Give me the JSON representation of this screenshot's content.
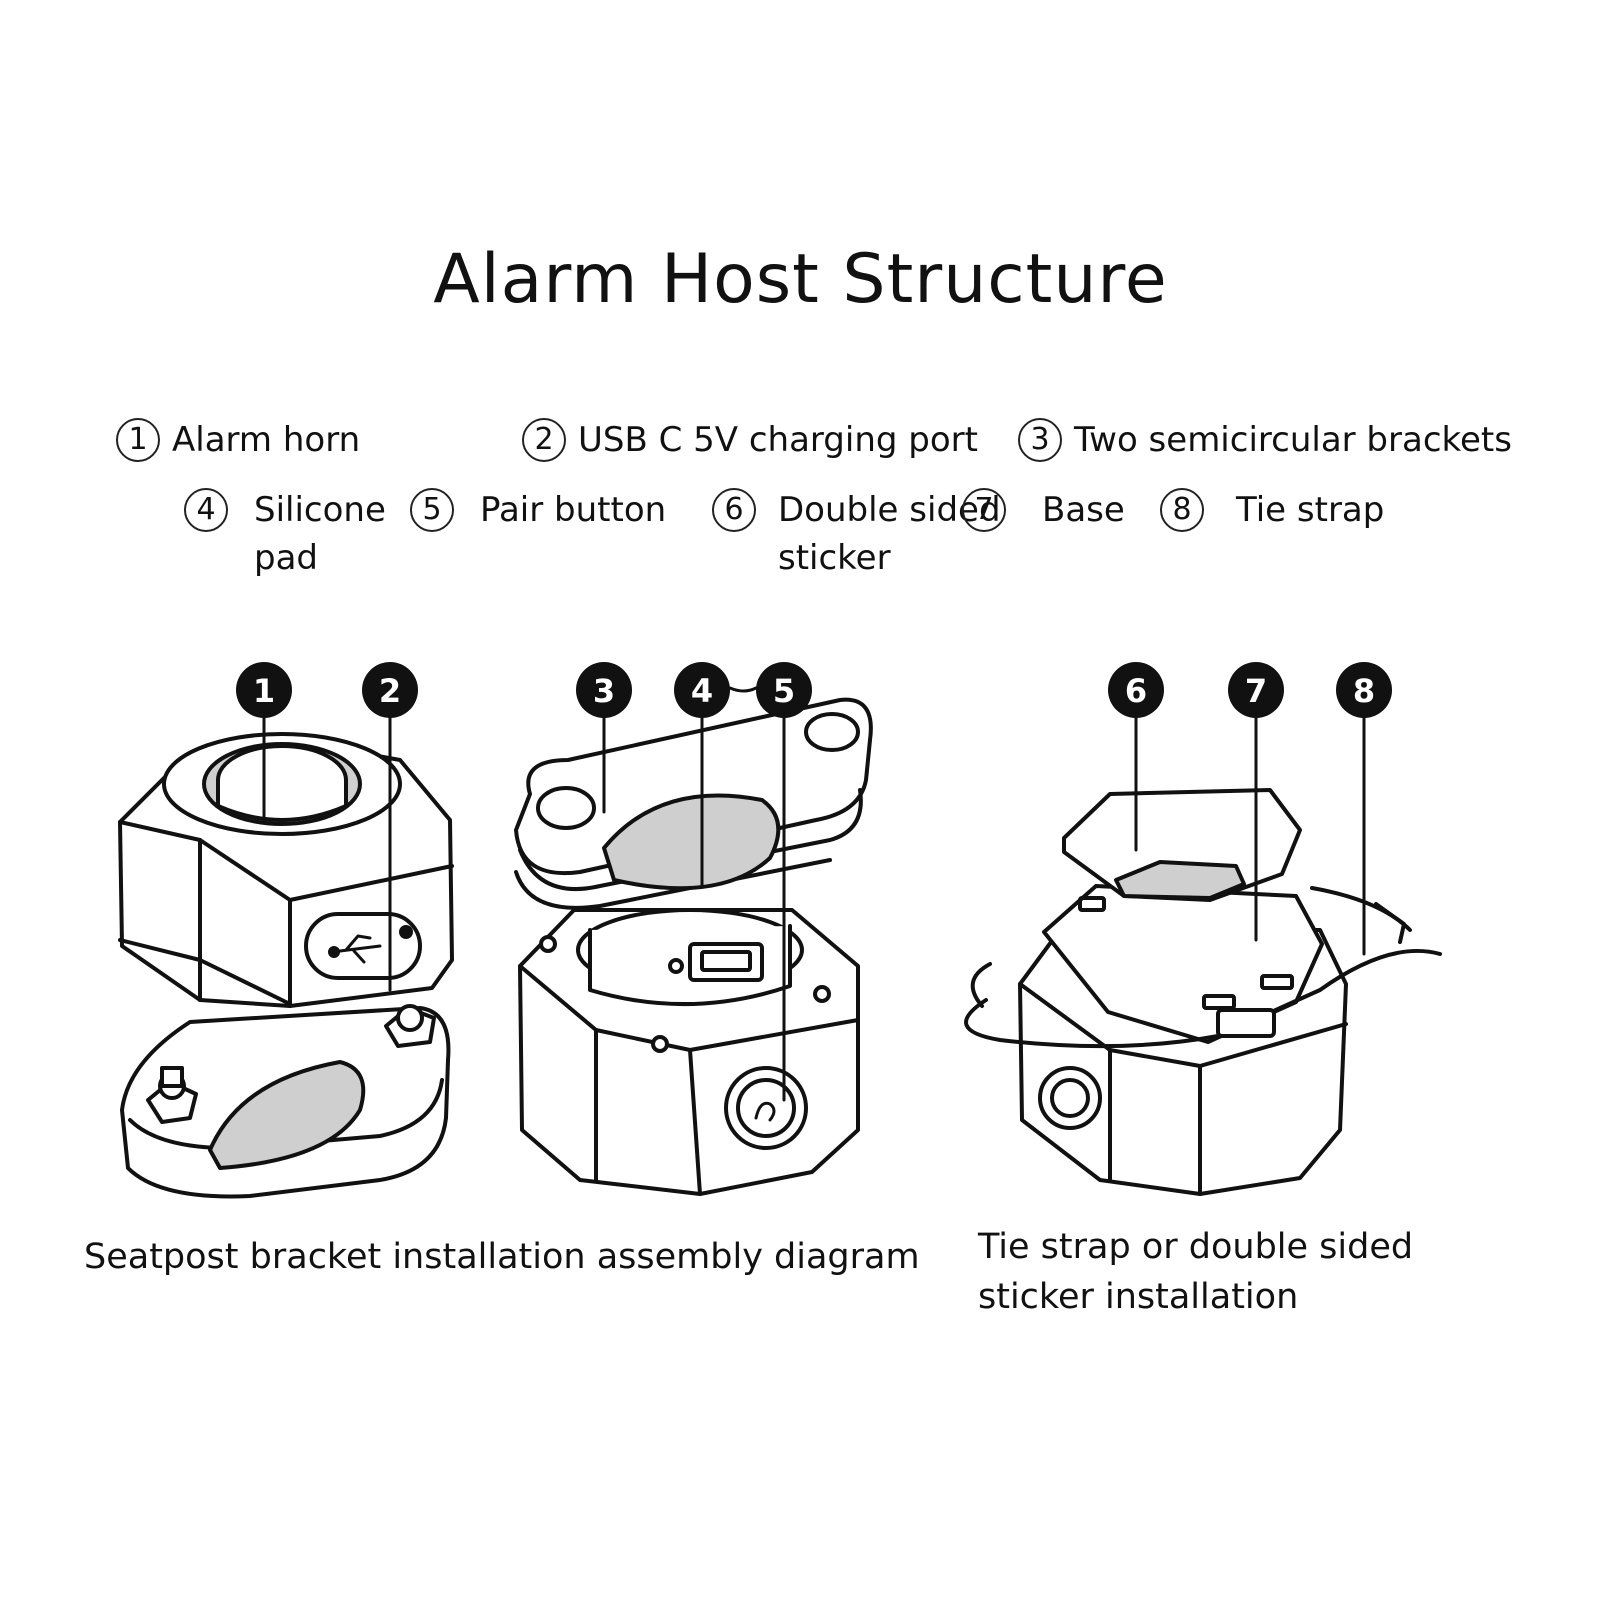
{
  "title": "Alarm Host Structure",
  "legend": [
    {
      "num": "1",
      "label": "Alarm horn"
    },
    {
      "num": "2",
      "label": "USB C 5V charging port"
    },
    {
      "num": "3",
      "label": "Two semicircular brackets"
    },
    {
      "num": "4",
      "label": "Silicone pad"
    },
    {
      "num": "5",
      "label": "Pair button"
    },
    {
      "num": "6",
      "label": "Double sided sticker"
    },
    {
      "num": "7",
      "label": "Base"
    },
    {
      "num": "8",
      "label": "Tie strap"
    }
  ],
  "callouts": [
    "1",
    "2",
    "3",
    "4",
    "5",
    "6",
    "7",
    "8"
  ],
  "captions": {
    "left": "Seatpost bracket installation assembly diagram",
    "right": "Tie strap or double sided sticker installation"
  },
  "colors": {
    "ink": "#111111",
    "pad": "#cfcfcf",
    "background": "#ffffff"
  }
}
